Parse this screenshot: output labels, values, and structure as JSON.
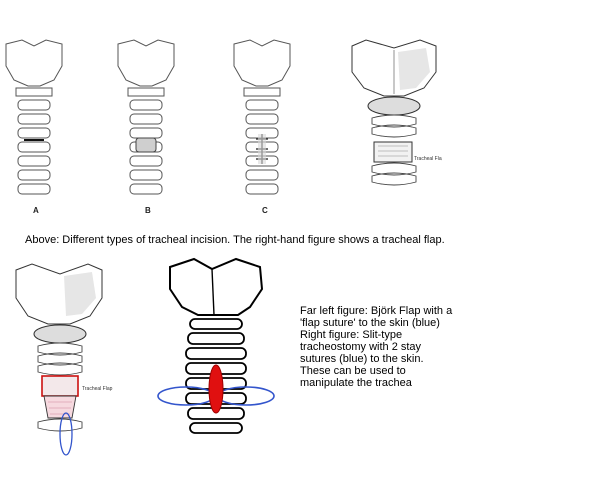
{
  "figure_labels": [
    "A",
    "B",
    "C"
  ],
  "flap_label": "Tracheal Flap",
  "caption_top": "Above: Different types of tracheal incision. The right-hand figure shows a tracheal flap.",
  "side_caption_lines": [
    "Far left figure: Björk Flap with a",
    "'flap suture' to the skin (blue)",
    "Right figure: Slit-type",
    "tracheostomy with 2 stay",
    "sutures (blue) to the skin.",
    "These can be used to",
    "manipulate the trachea"
  ],
  "colors": {
    "suture": "#3355cc",
    "incision": "#e01010",
    "flap_edge": "#cc1111",
    "line": "#555555"
  }
}
